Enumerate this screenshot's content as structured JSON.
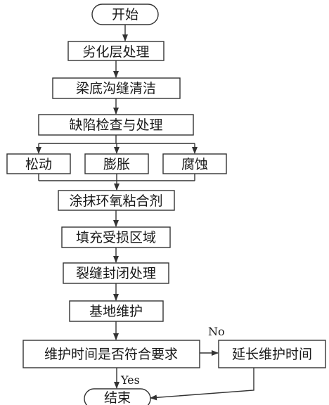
{
  "diagram": {
    "start": "开始",
    "steps": {
      "degraded_layer": "劣化层处理",
      "beam_bottom_clean": "梁底沟缝清洁",
      "defect_check": "缺陷检查与处理",
      "loose": "松动",
      "swelling": "膨胀",
      "corrosion": "腐蚀",
      "epoxy": "涂抹环氧粘合剂",
      "fill_damaged": "填充受损区域",
      "crack_seal": "裂缝封闭处理",
      "base_maintenance": "基地维护",
      "decision": "维护时间是否符合要求",
      "extend": "延长维护时间"
    },
    "end": "结束",
    "labels": {
      "no": "No",
      "yes": "Yes"
    }
  }
}
